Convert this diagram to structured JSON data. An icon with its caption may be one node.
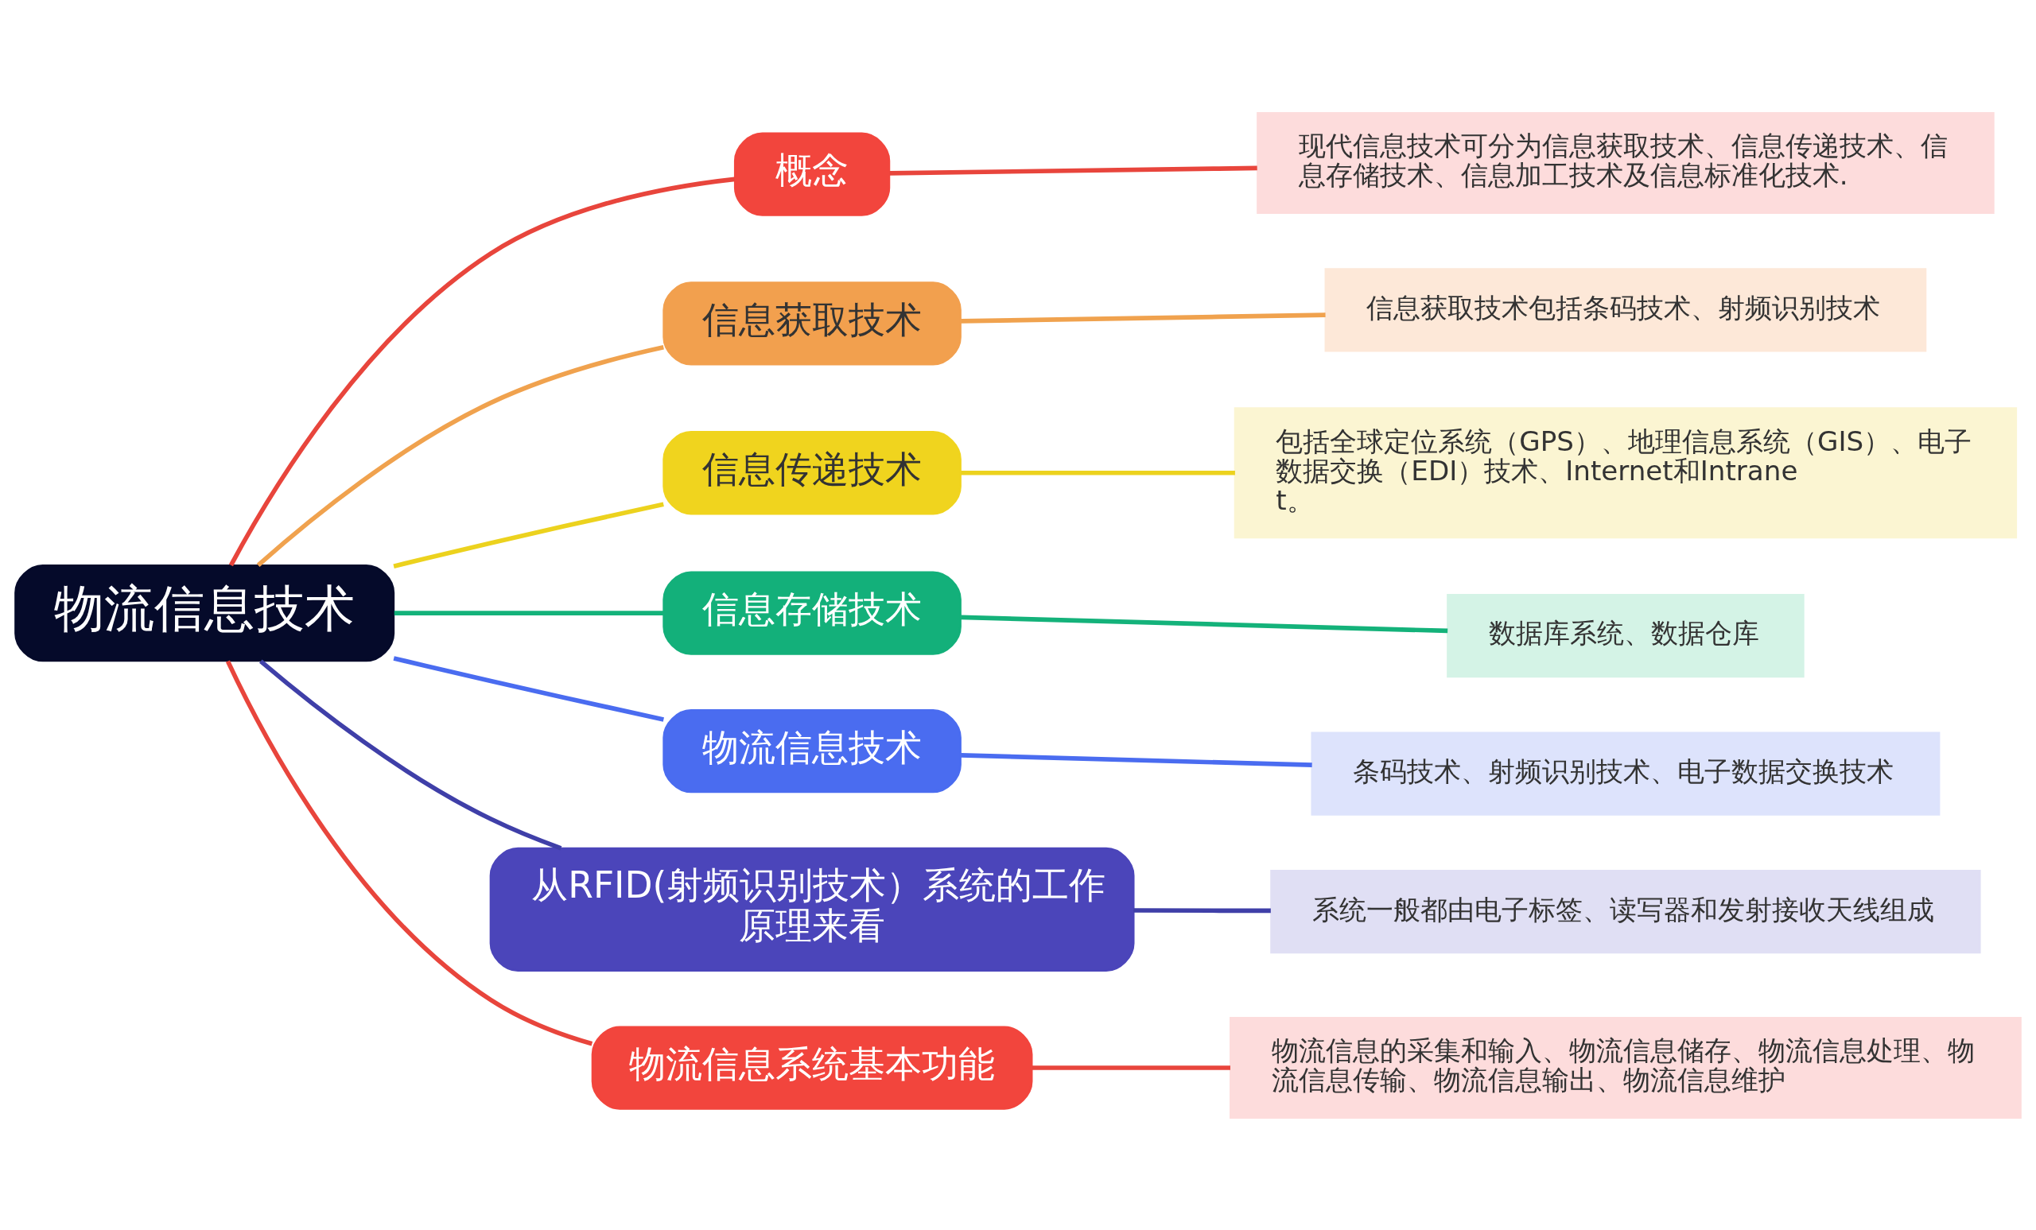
{
  "diagram": {
    "nodes": [
      {
        "text": [
          "物流信息技术"
        ]
      },
      {
        "text": [
          "概念"
        ]
      },
      {
        "text": [
          "信息获取技术"
        ]
      },
      {
        "text": [
          "信息传递技术"
        ]
      },
      {
        "text": [
          "信息存储技术"
        ]
      },
      {
        "text": [
          "物流信息技术"
        ]
      },
      {
        "text": [
          "从RFID(射频识别技术）系统的工作原理来看"
        ]
      },
      {
        "text": [
          "物流信息系统基本功能"
        ]
      },
      {
        "text": [
          "现代信息技术可分为信息获取技术、信息传递技术、信息存储技术、信息加工技术及信息标准化技术."
        ]
      },
      {
        "text": [
          "信息获取技术包括条码技术、射频识别技术"
        ]
      },
      {
        "text": [
          "包括全球定位系统（GPS）、地理信息系统（GIS）、电子数据交换（EDI）技术、Internet和Intranet。"
        ]
      },
      {
        "text": [
          "数据库系统、数据仓库"
        ]
      },
      {
        "text": [
          "条码技术、射频识别技术、电子数据交换技术"
        ]
      },
      {
        "text": [
          "系统一般都由电子标签、读写器和发射接收天线组成"
        ]
      },
      {
        "text": [
          "物流信息的采集和输入、物流信息储存、物流信息处理、物流信息传输、物流信息输出、物流信息维护"
        ]
      }
    ],
    "edges": [
      {
        "from": 0,
        "to": 1,
        "arrow": "none",
        "color": "#e8453c"
      },
      {
        "from": 0,
        "to": 2,
        "arrow": "none",
        "color": "#f0a24e"
      },
      {
        "from": 0,
        "to": 3,
        "arrow": "none",
        "color": "#ecd21e"
      },
      {
        "from": 0,
        "to": 4,
        "arrow": "none",
        "color": "#14b27a"
      },
      {
        "from": 0,
        "to": 5,
        "arrow": "none",
        "color": "#4a6cf0"
      },
      {
        "from": 0,
        "to": 6,
        "arrow": "none",
        "color": "#3f3fa8"
      },
      {
        "from": 0,
        "to": 7,
        "arrow": "none",
        "color": "#e8453c"
      },
      {
        "from": 1,
        "to": 8,
        "arrow": "none",
        "color": "#e8453c"
      },
      {
        "from": 2,
        "to": 9,
        "arrow": "none",
        "color": "#f0a24e"
      },
      {
        "from": 3,
        "to": 10,
        "arrow": "none",
        "color": "#ecd21e"
      },
      {
        "from": 4,
        "to": 11,
        "arrow": "none",
        "color": "#14b27a"
      },
      {
        "from": 5,
        "to": 12,
        "arrow": "none",
        "color": "#4a6cf0"
      },
      {
        "from": 6,
        "to": 13,
        "arrow": "none",
        "color": "#3f3fa8"
      },
      {
        "from": 7,
        "to": 14,
        "arrow": "none",
        "color": "#e8453c"
      }
    ]
  }
}
